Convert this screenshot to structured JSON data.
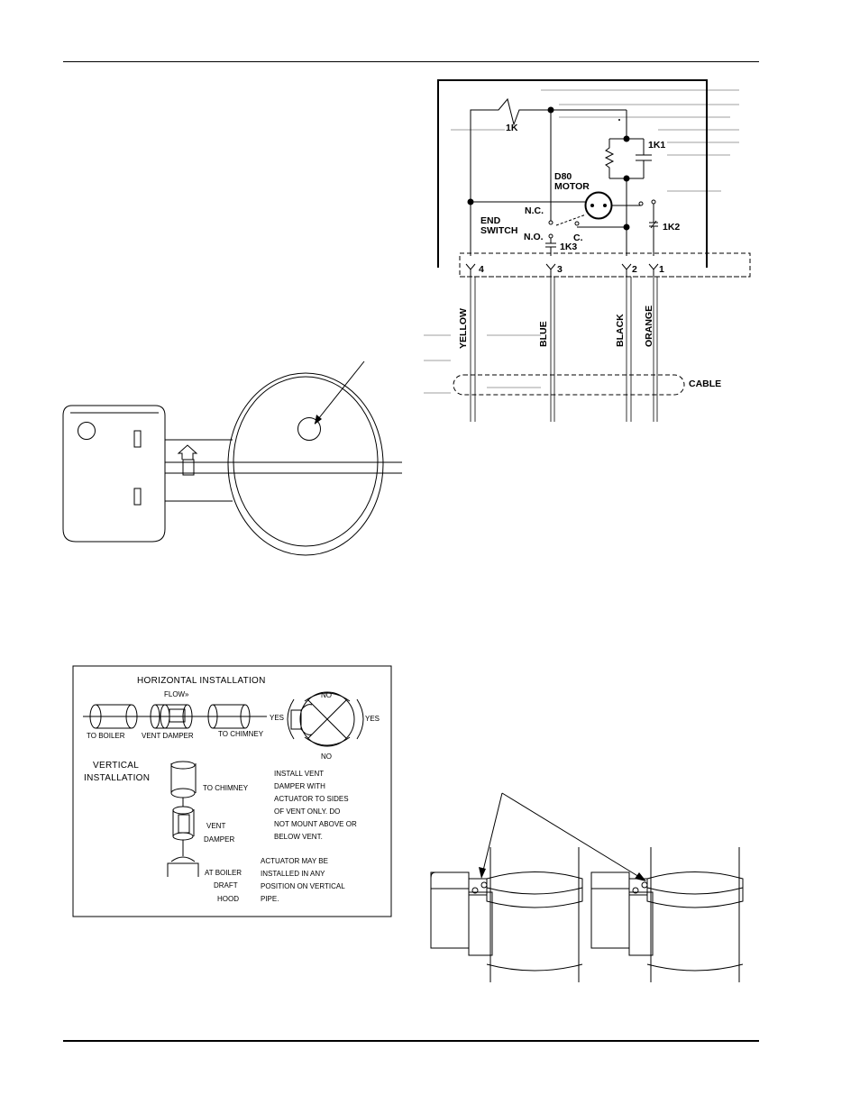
{
  "wiring": {
    "relay_1k": "1K",
    "contact_1k1": "1K1",
    "contact_1k2": "1K2",
    "contact_1k3": "1K3",
    "motor_line1": "D80",
    "motor_line2": "MOTOR",
    "nc": "N.C.",
    "no": "N.O.",
    "c": "C.",
    "end_switch_line1": "END",
    "end_switch_line2": "SWITCH",
    "terminals": [
      "4",
      "3",
      "2",
      "1"
    ],
    "wires": [
      "YELLOW",
      "BLUE",
      "BLACK",
      "ORANGE"
    ],
    "cable": "CABLE"
  },
  "installation": {
    "title": "HORIZONTAL INSTALLATION",
    "flow": "FLOW",
    "to_boiler": "TO BOILER",
    "vent_damper": "VENT DAMPER",
    "to_chimney": "TO CHIMNEY",
    "yes": "YES",
    "no": "NO",
    "vertical_line1": "VERTICAL",
    "vertical_line2": "INSTALLATION",
    "v_to_chimney": "TO CHIMNEY",
    "v_vent": "VENT",
    "v_damper": "DAMPER",
    "v_at_boiler": "AT BOILER",
    "v_draft": "DRAFT",
    "v_hood": "HOOD",
    "note1": [
      "INSTALL VENT",
      "DAMPER WITH",
      "ACTUATOR TO SIDES",
      "OF VENT ONLY.  DO",
      "NOT MOUNT ABOVE OR",
      "BELOW VENT."
    ],
    "note2": [
      "ACTUATOR MAY BE",
      "INSTALLED IN ANY",
      "POSITION ON VERTICAL",
      "PIPE."
    ]
  }
}
